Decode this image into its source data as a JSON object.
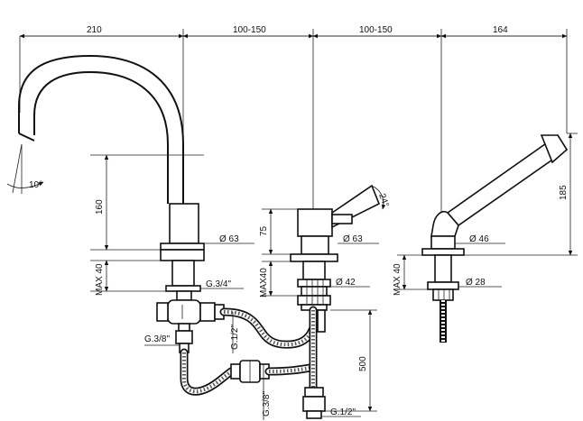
{
  "dimensions": {
    "top_spout": "210",
    "top_mixer_a": "100-150",
    "top_mixer_b": "100-150",
    "top_shower": "164",
    "spout_height": "160",
    "mixer_height": "75",
    "shower_height": "185",
    "angle_spout": "10°",
    "angle_lever": "24°",
    "max_left": "MAX 40",
    "max_mid": "MAX40",
    "max_right": "MAX 40",
    "dia_spout": "Ø 63",
    "dia_mixer": "Ø 63",
    "dia_shower": "Ø 46",
    "dia_mixer_shank": "Ø 42",
    "dia_shower_shank": "Ø 28",
    "thread_spout": "G.3/4\"",
    "thread_half_a": "G.1/2\"",
    "thread_three_eighths_a": "G.3/8\"",
    "thread_three_eighths_b": "G.3/8\"",
    "thread_half_b": "G.1/2\"",
    "hose_length": "500"
  }
}
